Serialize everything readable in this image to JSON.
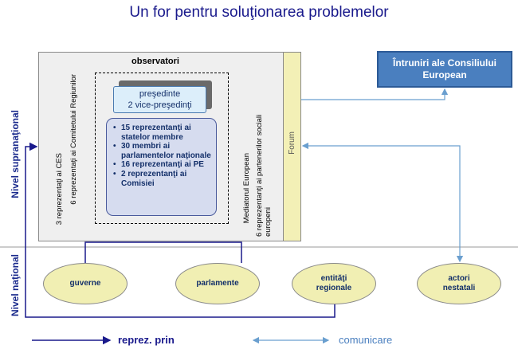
{
  "title": "Un for pentru soluţionarea problemelor",
  "observatori": "observatori",
  "presedinte": [
    "preşedinte",
    "2 vice-preşedinţi"
  ],
  "members": [
    "15 reprezentanţi ai statelor membre",
    "30 membri ai parlamentelor naţionale",
    "16 reprezentanţi ai PE",
    "2 reprezentanţi ai Comisiei"
  ],
  "left_observers": [
    "3 reprezentaţi ai CES",
    "6 reprezentaţi ai Comitetului Regiunilor"
  ],
  "right_observers": [
    "Mediatorul European",
    "6 reprezentanţi ai partenerilor sociali europeni"
  ],
  "forum": "Forum",
  "intruniri": "Întruniri ale Consiliului European",
  "levels": {
    "supranational": "Nivel supranaţional",
    "national": "Nivel naţional"
  },
  "national_actors": [
    "guverne",
    "parlamente",
    "entităţi regionale",
    "actori nestatali"
  ],
  "legend": {
    "reprez": "reprez. prin",
    "comunicare": "comunicare"
  },
  "colors": {
    "title": "#1a1a8c",
    "arrow_dark": "#1a1a8c",
    "arrow_light": "#6a9fcf",
    "forum_fill": "#f3f0b6",
    "ellipse_fill": "#f1efb3",
    "intruniri_fill": "#4a7fbf"
  }
}
